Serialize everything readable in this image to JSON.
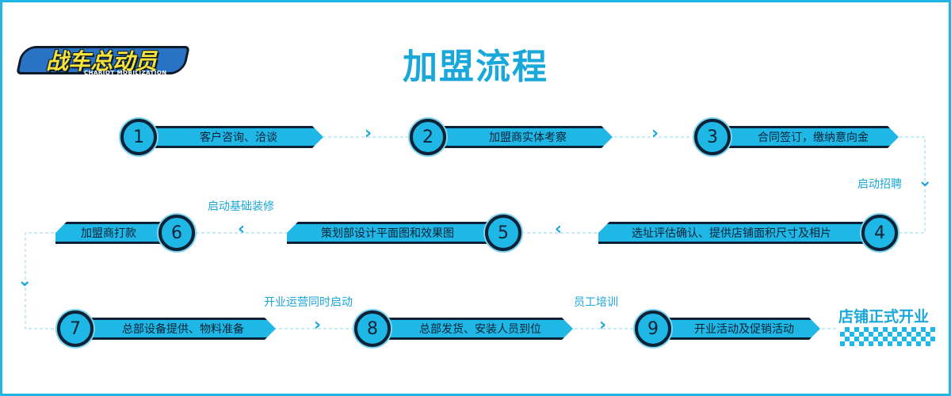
{
  "title": "加盟流程",
  "logo": {
    "text": "战车总动员",
    "subtext": "CHARIOT MOBILIZATION"
  },
  "steps": [
    {
      "num": "1",
      "label": "客户咨询、洽谈"
    },
    {
      "num": "2",
      "label": "加盟商实体考察"
    },
    {
      "num": "3",
      "label": "合同签订，缴纳意向金"
    },
    {
      "num": "4",
      "label": "选址评估确认、提供店铺面积尺寸及相片"
    },
    {
      "num": "5",
      "label": "策划部设计平面图和效果图"
    },
    {
      "num": "6",
      "label": "加盟商打款"
    },
    {
      "num": "7",
      "label": "总部设备提供、物料准备"
    },
    {
      "num": "8",
      "label": "总部发货、安装人员到位"
    },
    {
      "num": "9",
      "label": "开业活动及促销活动"
    }
  ],
  "notes": {
    "after_3": "启动招聘",
    "after_6": "启动基础装修",
    "after_7": "开业运营同时启动",
    "after_8": "员工培训"
  },
  "final": "店铺正式开业",
  "colors": {
    "accent": "#1eb7e6",
    "dark": "#0d2236",
    "title": "#1aa7da"
  },
  "icons": {
    "arrow_right": "›",
    "arrow_left": "‹",
    "arrow_down": "⌄"
  }
}
